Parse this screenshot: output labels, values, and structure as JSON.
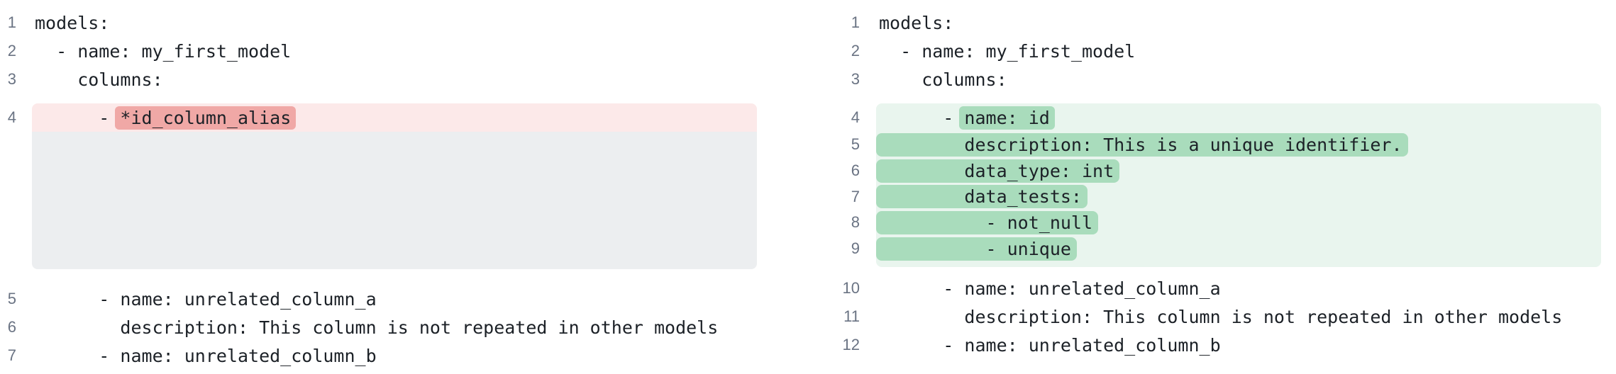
{
  "left": {
    "lines_top": [
      {
        "n": "1",
        "text": "models:"
      },
      {
        "n": "2",
        "text": "  - name: my_first_model"
      },
      {
        "n": "3",
        "text": "    columns:"
      }
    ],
    "removed": {
      "n": "4",
      "prefix": "      - ",
      "token": "*id_column_alias"
    },
    "lines_bottom": [
      {
        "n": "5",
        "text": "      - name: unrelated_column_a"
      },
      {
        "n": "6",
        "text": "        description: This column is not repeated in other models"
      },
      {
        "n": "7",
        "text": "      - name: unrelated_column_b"
      }
    ]
  },
  "right": {
    "lines_top": [
      {
        "n": "1",
        "text": "models:"
      },
      {
        "n": "2",
        "text": "  - name: my_first_model"
      },
      {
        "n": "3",
        "text": "    columns:"
      }
    ],
    "added_first": {
      "n": "4",
      "prefix": "      - ",
      "token": "name: id"
    },
    "added_lines": [
      {
        "n": "5",
        "text": "        description: This is a unique identifier."
      },
      {
        "n": "6",
        "text": "        data_type: int"
      },
      {
        "n": "7",
        "text": "        data_tests:"
      },
      {
        "n": "8",
        "text": "          - not_null"
      },
      {
        "n": "9",
        "text": "          - unique"
      }
    ],
    "lines_bottom": [
      {
        "n": "10",
        "text": "      - name: unrelated_column_a"
      },
      {
        "n": "11",
        "text": "        description: This column is not repeated in other models"
      },
      {
        "n": "12",
        "text": "      - name: unrelated_column_b"
      }
    ]
  },
  "colors": {
    "removed_line_bg": "#fce9e9",
    "removed_token_bg": "#f0a8a6",
    "added_block_bg": "#e9f5ee",
    "added_token_bg": "#a9dcbc",
    "collapsed_filler_bg": "#eceef0",
    "line_number_text": "#6a7383",
    "code_text": "#1c2127"
  }
}
